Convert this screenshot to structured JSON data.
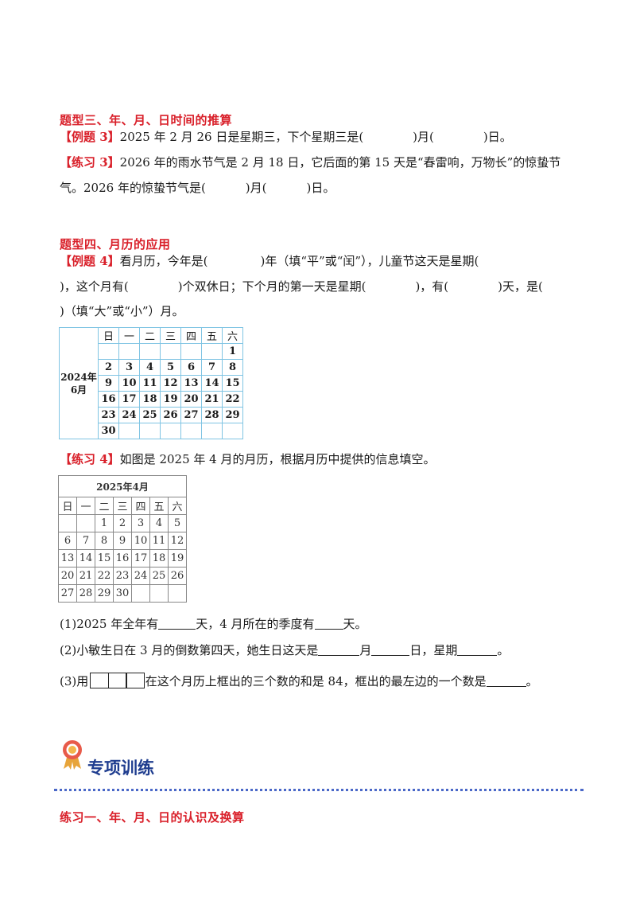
{
  "sec3": {
    "heading": "题型三、年、月、日时间的推算",
    "ex3_tag": "【例题 3】",
    "ex3_a": "2025 年 2 月 26 日是星期三，下个星期三是(",
    "ex3_b": ")月(",
    "ex3_c": ")日。",
    "pr3_tag": "【练习 3】",
    "pr3_line1": "2026 年的雨水节气是 2 月 18 日，它后面的第 15 天是“春雷响，万物长”的惊蛰节",
    "pr3_line2_a": "气。2026 年的惊蛰节气是(",
    "pr3_line2_b": ")月(",
    "pr3_line2_c": ")日。"
  },
  "sec4": {
    "heading": "题型四、月历的应用",
    "ex4_tag": "【例题 4】",
    "ex4_l1_a": "看月历，今年是(",
    "ex4_l1_b": ")年（填“平”或“闰”），儿童节这天是星期(",
    "ex4_l2_a": ")，这个月有(",
    "ex4_l2_b": ")个双休日；下个月的第一天是星期(",
    "ex4_l2_c": ")，有(",
    "ex4_l2_d": ")天，是(",
    "ex4_l3": ")（填“大”或“小”）月。",
    "cal1": {
      "side_label_1": "2024年",
      "side_label_2": "6月",
      "weekdays": [
        "日",
        "一",
        "二",
        "三",
        "四",
        "五",
        "六"
      ],
      "rows": [
        [
          "",
          "",
          "",
          "",
          "",
          "",
          "1"
        ],
        [
          "2",
          "3",
          "4",
          "5",
          "6",
          "7",
          "8"
        ],
        [
          "9",
          "10",
          "11",
          "12",
          "13",
          "14",
          "15"
        ],
        [
          "16",
          "17",
          "18",
          "19",
          "20",
          "21",
          "22"
        ],
        [
          "23",
          "24",
          "25",
          "26",
          "27",
          "28",
          "29"
        ],
        [
          "30",
          "",
          "",
          "",
          "",
          "",
          ""
        ]
      ]
    },
    "pr4_tag": "【练习 4】",
    "pr4_text": "如图是 2025 年 4 月的月历，根据月历中提供的信息填空。",
    "cal2": {
      "title": "2025年4月",
      "weekdays": [
        "日",
        "一",
        "二",
        "三",
        "四",
        "五",
        "六"
      ],
      "rows": [
        [
          "",
          "",
          "1",
          "2",
          "3",
          "4",
          "5"
        ],
        [
          "6",
          "7",
          "8",
          "9",
          "10",
          "11",
          "12"
        ],
        [
          "13",
          "14",
          "15",
          "16",
          "17",
          "18",
          "19"
        ],
        [
          "20",
          "21",
          "22",
          "23",
          "24",
          "25",
          "26"
        ],
        [
          "27",
          "28",
          "29",
          "30",
          "",
          "",
          ""
        ]
      ]
    },
    "q1_a": "(1)2025 年全年有",
    "q1_b": "天，4 月所在的季度有",
    "q1_c": "天。",
    "q2_a": "(2)小敏生日在 3 月的倒数第四天，她生日这天是",
    "q2_b": "月",
    "q2_c": "日，星期",
    "q2_d": "。",
    "q3_a": "(3)用",
    "q3_b": "在这个月历上框出的三个数的和是 84，框出的最左边的一个数是",
    "q3_c": "。"
  },
  "training": {
    "title": "专项训练",
    "sub_heading": "练习一、年、月、日的认识及换算"
  },
  "colors": {
    "red": "#d9202a",
    "blue": "#1f3d8f",
    "cal_border": "#7fc4e3"
  }
}
